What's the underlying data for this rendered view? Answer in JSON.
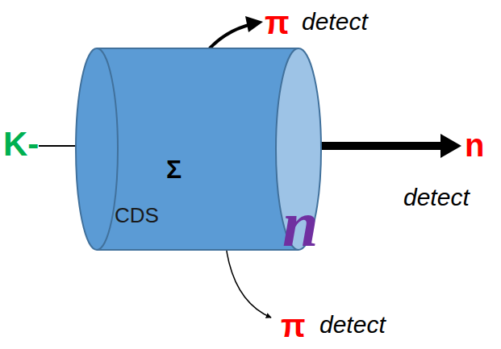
{
  "diagram": {
    "nodes": [
      {
        "text": [
          "CDS"
        ]
      }
    ],
    "labels": [
      "π",
      "detect",
      "K-",
      "n",
      "Σ",
      "detect",
      "n",
      "π",
      "detect"
    ]
  }
}
